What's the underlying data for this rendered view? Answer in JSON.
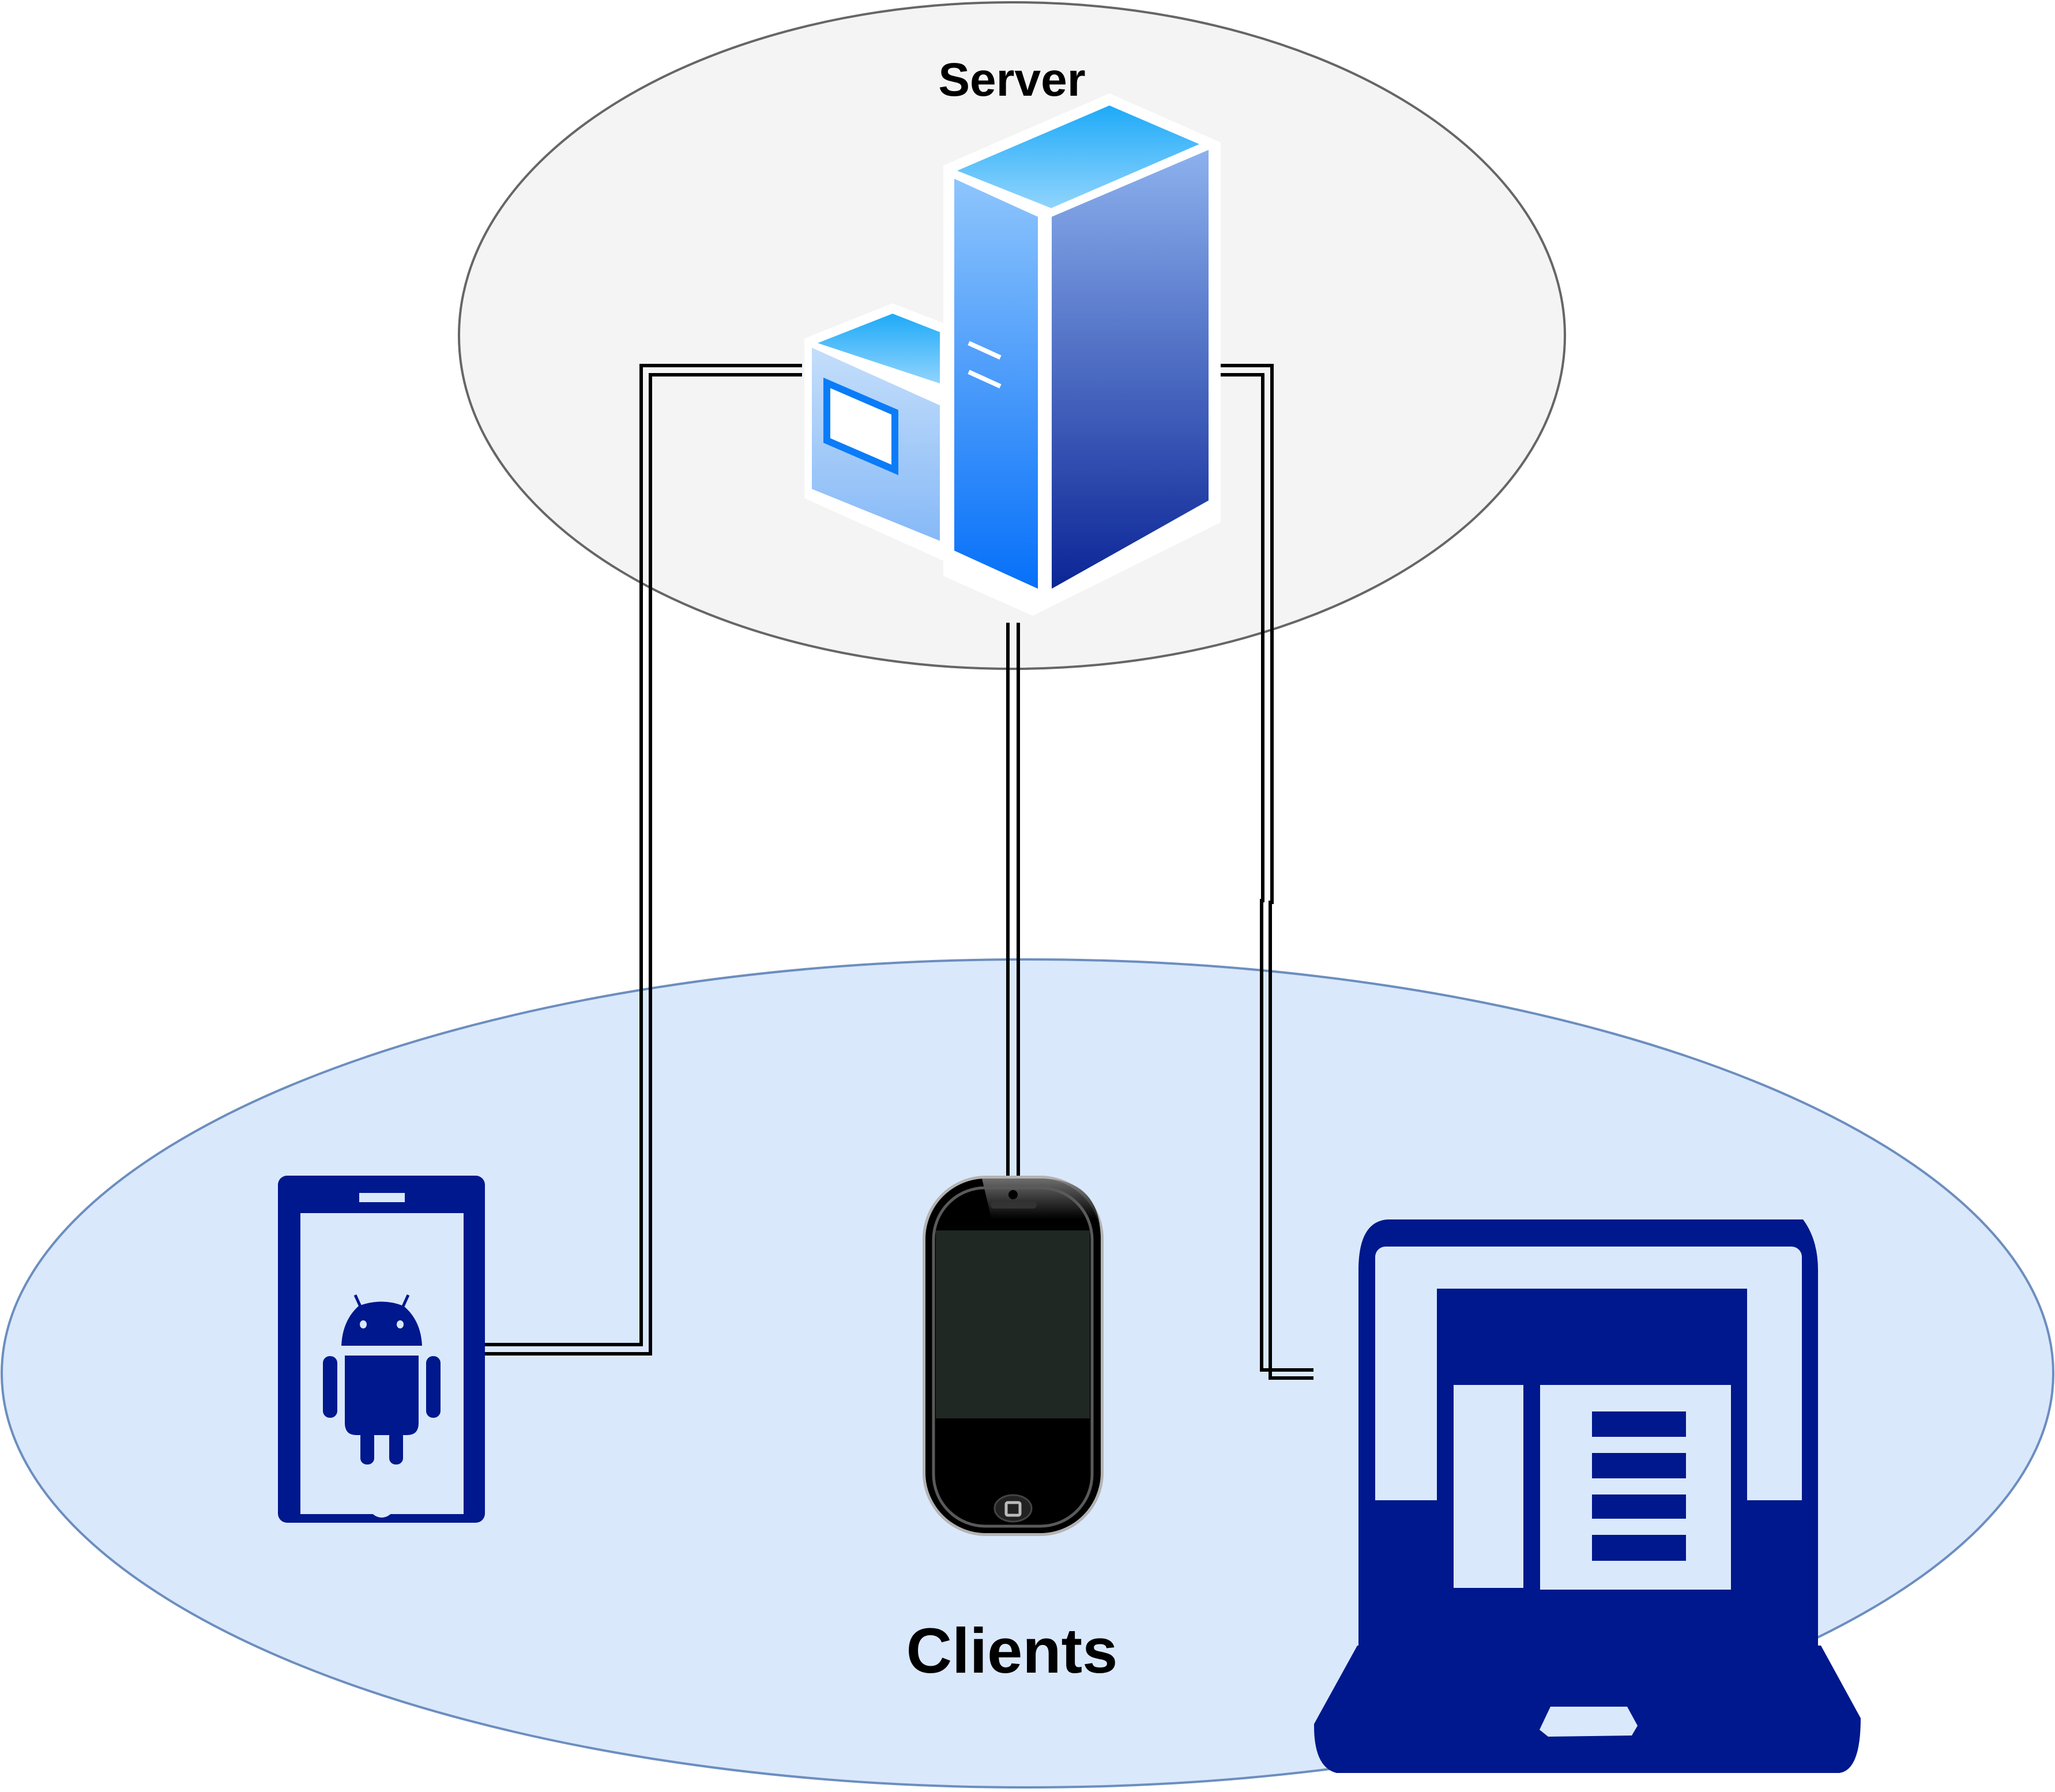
{
  "diagram": {
    "type": "client-server architecture",
    "server": {
      "label": "Server",
      "icon": "server-tower-icon",
      "fill": "#f4f4f4",
      "stroke": "#666666"
    },
    "clients_group": {
      "label": "Clients",
      "fill": "#dae8fc",
      "stroke": "#6c8ebf"
    },
    "clients": [
      {
        "id": "android",
        "icon": "android-phone-icon",
        "color": "#00188d"
      },
      {
        "id": "iphone",
        "icon": "smartphone-icon",
        "color": "#000000"
      },
      {
        "id": "laptop",
        "icon": "laptop-web-icon",
        "color": "#00188d"
      }
    ],
    "connections": [
      {
        "from": "server",
        "to": "android",
        "style": "double-line"
      },
      {
        "from": "server",
        "to": "iphone",
        "style": "double-line"
      },
      {
        "from": "server",
        "to": "laptop",
        "style": "double-line"
      }
    ]
  }
}
